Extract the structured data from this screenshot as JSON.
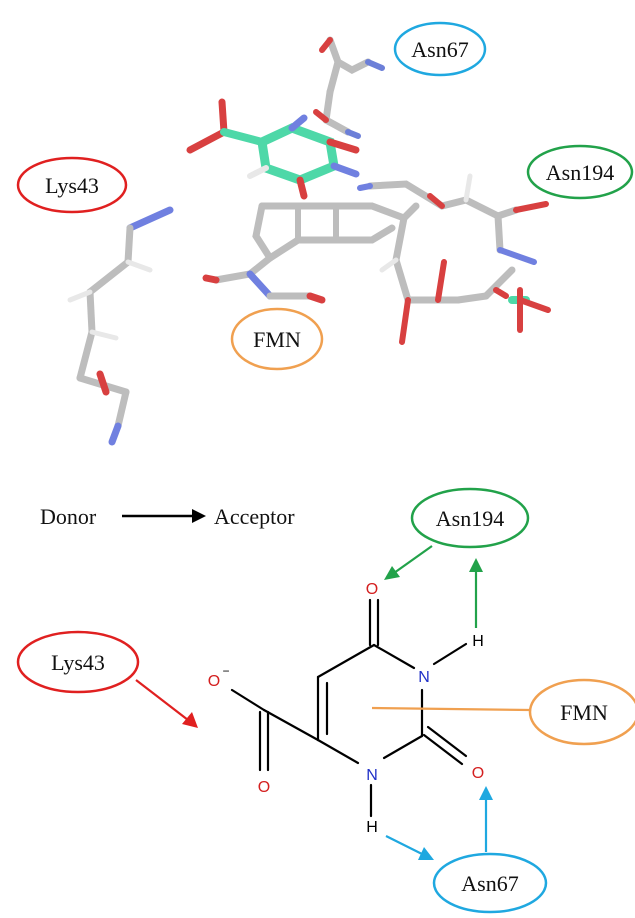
{
  "labels": {
    "asn67_top": "Asn67",
    "asn194_top": "Asn194",
    "lys43_top": "Lys43",
    "fmn_top": "FMN",
    "donor": "Donor",
    "acceptor": "Acceptor",
    "asn194_bottom": "Asn194",
    "lys43_bottom": "Lys43",
    "fmn_bottom": "FMN",
    "asn67_bottom": "Asn67"
  },
  "atoms": {
    "o_top": "O",
    "h_top": "H",
    "n_upper": "N",
    "o_minus": "O",
    "minus": "−",
    "n_lower": "N",
    "o_right": "O",
    "h_lower": "H",
    "o_bottom": "O"
  },
  "colors": {
    "lys43": "#e02020",
    "asn67": "#1fa8e0",
    "asn194": "#22a24a",
    "fmn": "#f0a050",
    "oxygen": "#d42020",
    "nitrogen": "#2030c8",
    "carbon": "#000000",
    "ligand_carbon": "#4ed8a8",
    "stick_carbon": "#bdbdbd"
  }
}
